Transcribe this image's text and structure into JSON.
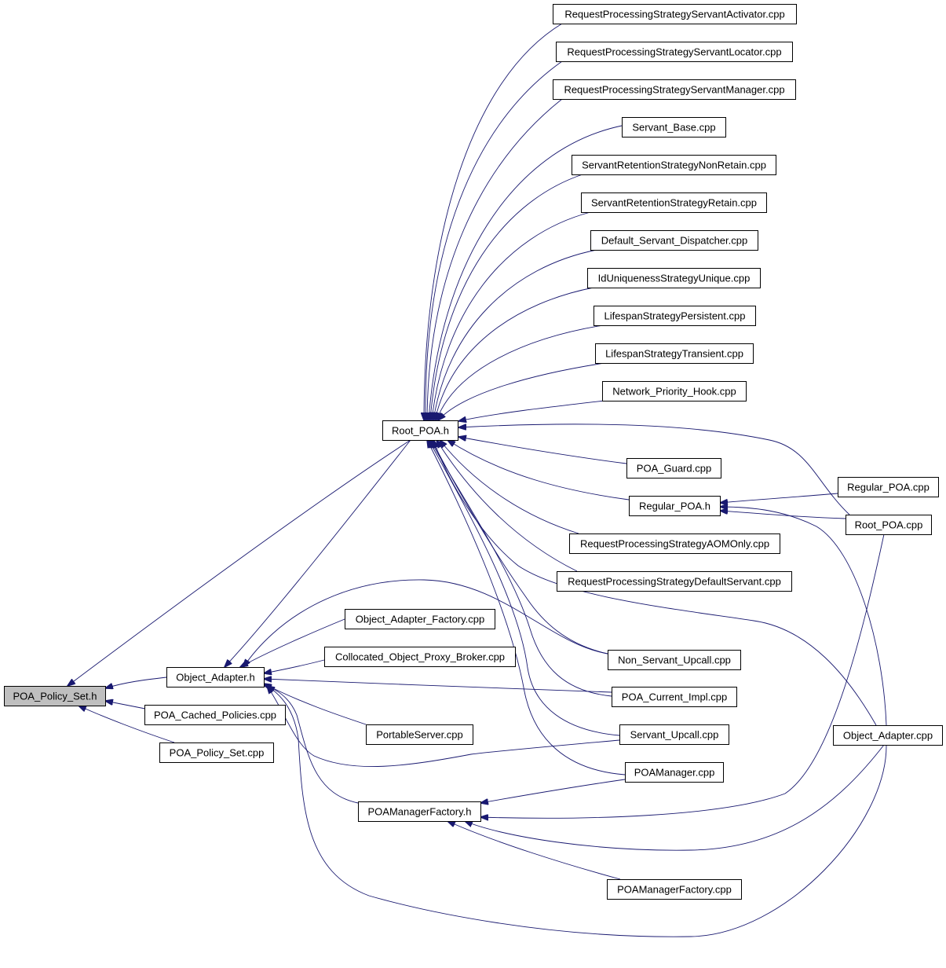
{
  "colors": {
    "edge": "#191970",
    "node_border": "#000000",
    "root_fill": "#bfbfbf",
    "node_fill": "#ffffff"
  },
  "nodes": {
    "poa_policy_set_h": {
      "label": "POA_Policy_Set.h",
      "root": true
    },
    "object_adapter_h": {
      "label": "Object_Adapter.h"
    },
    "poa_cached_policies_cpp": {
      "label": "POA_Cached_Policies.cpp"
    },
    "poa_policy_set_cpp": {
      "label": "POA_Policy_Set.cpp"
    },
    "root_poa_h": {
      "label": "Root_POA.h"
    },
    "object_adapter_factory_cpp": {
      "label": "Object_Adapter_Factory.cpp"
    },
    "collocated_object_proxy_broker_cpp": {
      "label": "Collocated_Object_Proxy_Broker.cpp"
    },
    "portableserver_cpp": {
      "label": "PortableServer.cpp"
    },
    "poamanagerfactory_h": {
      "label": "POAManagerFactory.h"
    },
    "rps_servant_activator_cpp": {
      "label": "RequestProcessingStrategyServantActivator.cpp"
    },
    "rps_servant_locator_cpp": {
      "label": "RequestProcessingStrategyServantLocator.cpp"
    },
    "rps_servant_manager_cpp": {
      "label": "RequestProcessingStrategyServantManager.cpp"
    },
    "servant_base_cpp": {
      "label": "Servant_Base.cpp"
    },
    "srs_nonretain_cpp": {
      "label": "ServantRetentionStrategyNonRetain.cpp"
    },
    "srs_retain_cpp": {
      "label": "ServantRetentionStrategyRetain.cpp"
    },
    "default_servant_dispatcher_cpp": {
      "label": "Default_Servant_Dispatcher.cpp"
    },
    "id_uniqueness_unique_cpp": {
      "label": "IdUniquenessStrategyUnique.cpp"
    },
    "lifespan_persistent_cpp": {
      "label": "LifespanStrategyPersistent.cpp"
    },
    "lifespan_transient_cpp": {
      "label": "LifespanStrategyTransient.cpp"
    },
    "network_priority_hook_cpp": {
      "label": "Network_Priority_Hook.cpp"
    },
    "poa_guard_cpp": {
      "label": "POA_Guard.cpp"
    },
    "regular_poa_h": {
      "label": "Regular_POA.h"
    },
    "rps_aomonly_cpp": {
      "label": "RequestProcessingStrategyAOMOnly.cpp"
    },
    "rps_default_servant_cpp": {
      "label": "RequestProcessingStrategyDefaultServant.cpp"
    },
    "non_servant_upcall_cpp": {
      "label": "Non_Servant_Upcall.cpp"
    },
    "poa_current_impl_cpp": {
      "label": "POA_Current_Impl.cpp"
    },
    "servant_upcall_cpp": {
      "label": "Servant_Upcall.cpp"
    },
    "poamanager_cpp": {
      "label": "POAManager.cpp"
    },
    "poamanagerfactory_cpp": {
      "label": "POAManagerFactory.cpp"
    },
    "regular_poa_cpp": {
      "label": "Regular_POA.cpp"
    },
    "root_poa_cpp": {
      "label": "Root_POA.cpp"
    },
    "object_adapter_cpp": {
      "label": "Object_Adapter.cpp"
    }
  },
  "edges": [
    {
      "from": "object_adapter_h",
      "to": "poa_policy_set_h"
    },
    {
      "from": "poa_cached_policies_cpp",
      "to": "poa_policy_set_h"
    },
    {
      "from": "poa_policy_set_cpp",
      "to": "poa_policy_set_h"
    },
    {
      "from": "root_poa_h",
      "to": "poa_policy_set_h"
    },
    {
      "from": "root_poa_h",
      "to": "object_adapter_h"
    },
    {
      "from": "object_adapter_factory_cpp",
      "to": "object_adapter_h"
    },
    {
      "from": "collocated_object_proxy_broker_cpp",
      "to": "object_adapter_h"
    },
    {
      "from": "portableserver_cpp",
      "to": "object_adapter_h"
    },
    {
      "from": "poamanagerfactory_h",
      "to": "object_adapter_h"
    },
    {
      "from": "non_servant_upcall_cpp",
      "to": "object_adapter_h"
    },
    {
      "from": "poa_current_impl_cpp",
      "to": "object_adapter_h"
    },
    {
      "from": "servant_upcall_cpp",
      "to": "object_adapter_h"
    },
    {
      "from": "object_adapter_cpp",
      "to": "object_adapter_h"
    },
    {
      "from": "rps_servant_activator_cpp",
      "to": "root_poa_h"
    },
    {
      "from": "rps_servant_locator_cpp",
      "to": "root_poa_h"
    },
    {
      "from": "rps_servant_manager_cpp",
      "to": "root_poa_h"
    },
    {
      "from": "servant_base_cpp",
      "to": "root_poa_h"
    },
    {
      "from": "srs_nonretain_cpp",
      "to": "root_poa_h"
    },
    {
      "from": "srs_retain_cpp",
      "to": "root_poa_h"
    },
    {
      "from": "default_servant_dispatcher_cpp",
      "to": "root_poa_h"
    },
    {
      "from": "id_uniqueness_unique_cpp",
      "to": "root_poa_h"
    },
    {
      "from": "lifespan_persistent_cpp",
      "to": "root_poa_h"
    },
    {
      "from": "lifespan_transient_cpp",
      "to": "root_poa_h"
    },
    {
      "from": "network_priority_hook_cpp",
      "to": "root_poa_h"
    },
    {
      "from": "root_poa_cpp",
      "to": "root_poa_h"
    },
    {
      "from": "poa_guard_cpp",
      "to": "root_poa_h"
    },
    {
      "from": "regular_poa_h",
      "to": "root_poa_h"
    },
    {
      "from": "rps_aomonly_cpp",
      "to": "root_poa_h"
    },
    {
      "from": "rps_default_servant_cpp",
      "to": "root_poa_h"
    },
    {
      "from": "object_adapter_cpp",
      "to": "root_poa_h"
    },
    {
      "from": "non_servant_upcall_cpp",
      "to": "root_poa_h"
    },
    {
      "from": "poa_current_impl_cpp",
      "to": "root_poa_h"
    },
    {
      "from": "servant_upcall_cpp",
      "to": "root_poa_h"
    },
    {
      "from": "poamanager_cpp",
      "to": "root_poa_h"
    },
    {
      "from": "regular_poa_cpp",
      "to": "regular_poa_h"
    },
    {
      "from": "root_poa_cpp",
      "to": "regular_poa_h"
    },
    {
      "from": "object_adapter_cpp",
      "to": "regular_poa_h"
    },
    {
      "from": "poamanager_cpp",
      "to": "poamanagerfactory_h"
    },
    {
      "from": "root_poa_cpp",
      "to": "poamanagerfactory_h"
    },
    {
      "from": "object_adapter_cpp",
      "to": "poamanagerfactory_h"
    },
    {
      "from": "poamanagerfactory_cpp",
      "to": "poamanagerfactory_h"
    }
  ]
}
